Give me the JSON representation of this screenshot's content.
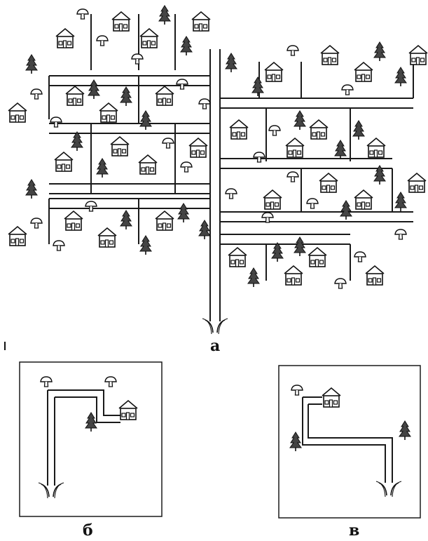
{
  "figure": {
    "captions": {
      "a": "а",
      "b": "б",
      "c": "в"
    }
  },
  "icons": {
    "house": "house-icon",
    "tree": "fir-tree-icon",
    "mushroom": "mushroom-icon",
    "fork": "road-fork-icon"
  },
  "colors": {
    "ink": "#1a1a1a",
    "paper": "#ffffff"
  }
}
